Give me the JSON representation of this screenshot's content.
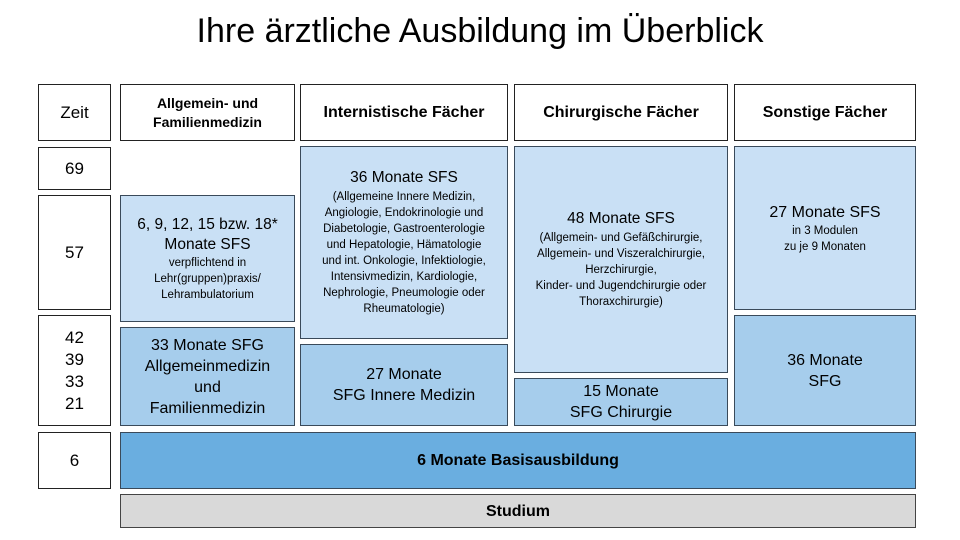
{
  "title": "Ihre ärztliche Ausbildung im Überblick",
  "headers": {
    "zeit": "Zeit",
    "allgemein": "Allgemein- und Familienmedizin",
    "intern": "Internistische Fächer",
    "chirurg": "Chirurgische Fächer",
    "sonstige": "Sonstige Fächer"
  },
  "times": {
    "t69": "69",
    "t57": "57",
    "t42": "42",
    "t39": "39",
    "t33": "33",
    "t21": "21",
    "t6": "6"
  },
  "allgemein_sfs": {
    "line1": "6, 9, 12, 15 bzw. 18*",
    "line2": "Monate SFS",
    "detail1": "verpflichtend in",
    "detail2": "Lehr(gruppen)praxis/",
    "detail3": "Lehrambulatorium"
  },
  "allgemein_sfg": {
    "line1": "33 Monate SFG",
    "line2": "Allgemeinmedizin",
    "line3": "und",
    "line4": "Familienmedizin"
  },
  "intern_sfs": {
    "heading": "36 Monate SFS",
    "details": [
      "(Allgemeine Innere Medizin,",
      "Angiologie, Endokrinologie und",
      "Diabetologie, Gastroenterologie",
      "und Hepatologie, Hämatologie",
      "und int. Onkologie, Infektiologie,",
      "Intensivmedizin, Kardiologie,",
      "Nephrologie, Pneumologie oder",
      "Rheumatologie)"
    ]
  },
  "intern_sfg": {
    "line1": "27 Monate",
    "line2": "SFG Innere Medizin"
  },
  "chirurg_sfs": {
    "heading": "48 Monate SFS",
    "details": [
      "(Allgemein- und Gefäßchirurgie,",
      "Allgemein- und Viszeralchirurgie,",
      "Herzchirurgie,",
      "Kinder- und Jugendchirurgie oder",
      "Thoraxchirurgie)"
    ]
  },
  "chirurg_sfg": {
    "line1": "15 Monate",
    "line2": "SFG Chirurgie"
  },
  "sonstige_sfs": {
    "heading": "27 Monate SFS",
    "detail1": "in 3 Modulen",
    "detail2": "zu je 9 Monaten"
  },
  "sonstige_sfg": {
    "line1": "36 Monate",
    "line2": "SFG"
  },
  "basis": "6 Monate Basisausbildung",
  "studium": "Studium",
  "colors": {
    "light": "#c9e0f5",
    "mid": "#a6cdec",
    "dark": "#6aaee0",
    "grey": "#d9d9d9"
  }
}
